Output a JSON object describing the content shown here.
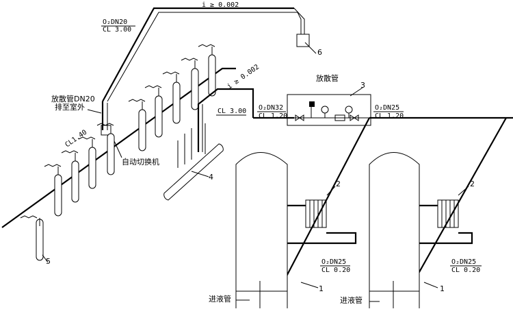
{
  "labels": {
    "slope_top": "i ≥ 0.002",
    "slope_mid": "i ≥ 0.002",
    "vent_top_size": "O₂DN20",
    "vent_top_cl": "CL 3.00",
    "vent_pipe_cn": "放散管DN20",
    "vent_pipe_cn2": "排至室外",
    "cl_140": "CL1.40",
    "auto_switch": "自动切换机",
    "mid_cl": "CL 3.00",
    "box_vent": "放散管",
    "main_left_size": "O₂DN32",
    "main_left_cl": "CL 1.20",
    "main_right_size": "O₂DN25",
    "main_right_cl": "CL 1.20",
    "tank1_size": "O₂DN25",
    "tank1_cl": "CL 0.20",
    "tank2_size": "O₂DN25",
    "tank2_cl": "CL 0.20",
    "inlet1": "进液管",
    "inlet2": "进液管"
  },
  "callouts": {
    "n1a": "1",
    "n1b": "1",
    "n2a": "2",
    "n2b": "2",
    "n3": "3",
    "n4": "4",
    "n5": "5",
    "n6": "6"
  }
}
